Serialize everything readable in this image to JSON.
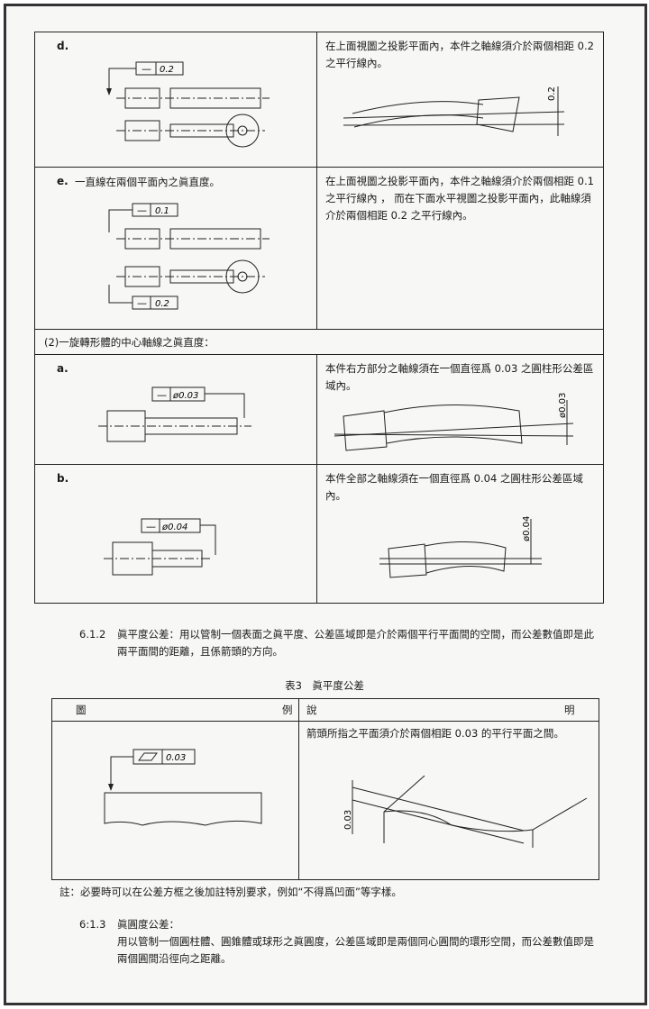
{
  "table1": {
    "rows": [
      {
        "label": "d.",
        "desc": "在上面視圖之投影平面內，本件之軸線須介於兩個相距 0.2 之平行線內。",
        "frame_value": "0.2",
        "dim": "0.2"
      },
      {
        "label": "e.",
        "title": "一直線在兩個平面內之眞直度。",
        "desc": "在上面視圖之投影平面內，本件之軸線須介於兩個相距 0.1 之平行線內 ， 而在下面水平視圖之投影平面內，此軸線須介於兩個相距 0.2 之平行線內。",
        "frame_value_top": "0.1",
        "frame_value_bottom": "0.2"
      },
      {
        "section": "(2)一旋轉形體的中心軸線之眞直度："
      },
      {
        "label": "a.",
        "desc": "本件右方部分之軸線須在一個直徑爲 0.03 之圓柱形公差區域內。",
        "frame_value": "ø0.03",
        "dim": "ø0.03"
      },
      {
        "label": "b.",
        "desc": "本件全部之軸線須在一個直徑爲 0.04 之圓柱形公差區域內。",
        "frame_value": "ø0.04",
        "dim": "ø0.04"
      }
    ],
    "symbol": "—"
  },
  "section_612": {
    "number": "6.1.2",
    "text": "眞平度公差：用以管制一個表面之眞平度、公差區域即是介於兩個平行平面間的空間，而公差數值即是此兩平面間的距離，且係箭頭的方向。"
  },
  "table3": {
    "caption": "表3　眞平度公差",
    "headers": [
      "圖",
      "例",
      "說",
      "明"
    ],
    "desc": "箭頭所指之平面須介於兩個相距 0.03 的平行平面之間。",
    "frame_value": "0.03",
    "dim": "0.03"
  },
  "note": "註：必要時可以在公差方框之後加註特別要求，例如“不得爲凹面”等字樣。",
  "section_613": {
    "number": "6:1.3",
    "title": "眞圓度公差：",
    "text": "用以管制一個圓柱體、圓錐體或球形之眞圓度，公差區域即是兩個同心圓間的環形空間，而公差數值即是兩個圓間沿徑向之距離。"
  }
}
